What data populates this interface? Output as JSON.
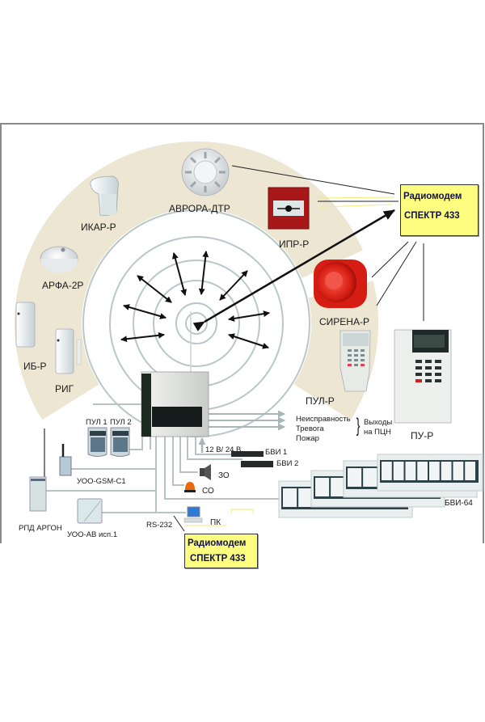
{
  "diagram": {
    "title": "Radio-channel security and fire alarm system structure",
    "colors": {
      "frame_border": "#8a8a8a",
      "zone_fill": "#ece6d2",
      "ring_stroke": "#b9c7c9",
      "wire": "#b8c3c3",
      "modem_fill": "#fdfd80",
      "modem_text": "#111144",
      "arrow": "#111111"
    },
    "radio_devices": [
      {
        "id": "ikar-r",
        "label": "ИКАР-Р",
        "kind": "motion-detector"
      },
      {
        "id": "avrora-dtr",
        "label": "АВРОРА-ДТР",
        "kind": "heat-detector"
      },
      {
        "id": "ipr-r",
        "label": "ИПР-Р",
        "kind": "manual-call-point"
      },
      {
        "id": "arfa-2r",
        "label": "АРФА-2Р",
        "kind": "glass-break-detector"
      },
      {
        "id": "ib-r",
        "label": "ИБ-Р",
        "kind": "wireless-button"
      },
      {
        "id": "rig",
        "label": "РИГ",
        "kind": "magnetic-contact"
      },
      {
        "id": "sirena-r",
        "label": "СИРЕНА-Р",
        "kind": "siren"
      },
      {
        "id": "pul-r",
        "label": "ПУЛ-Р",
        "kind": "keypad"
      },
      {
        "id": "pu-r",
        "label": "ПУ-Р",
        "kind": "control-panel"
      }
    ],
    "radiomodem_top": {
      "line1": "Радиомодем",
      "line2": "СПЕКТР 433"
    },
    "radiomodem_bottom": {
      "line1": "Радиомодем",
      "line2": "СПЕКТР 433"
    },
    "outputs": {
      "items": [
        "Неисправность",
        "Тревога",
        "Пожар"
      ],
      "group_label_line1": "Выходы",
      "group_label_line2": "на ПЦН"
    },
    "power_label": "12 В/ 24 В",
    "wired_devices": {
      "bvi1": "БВИ 1",
      "bvi2": "БВИ 2",
      "zo": "ЗО",
      "so": "СО",
      "pk": "ПК",
      "rs232": "RS-232",
      "bvi64": "БВИ-64",
      "pul1": "ПУЛ 1",
      "pul2": "ПУЛ 2",
      "uoo_gsm": "УОО-GSM-С1",
      "rpd_argon": "РПД  АРГОН",
      "uoo_av": "УОО-АВ исп.1"
    }
  }
}
